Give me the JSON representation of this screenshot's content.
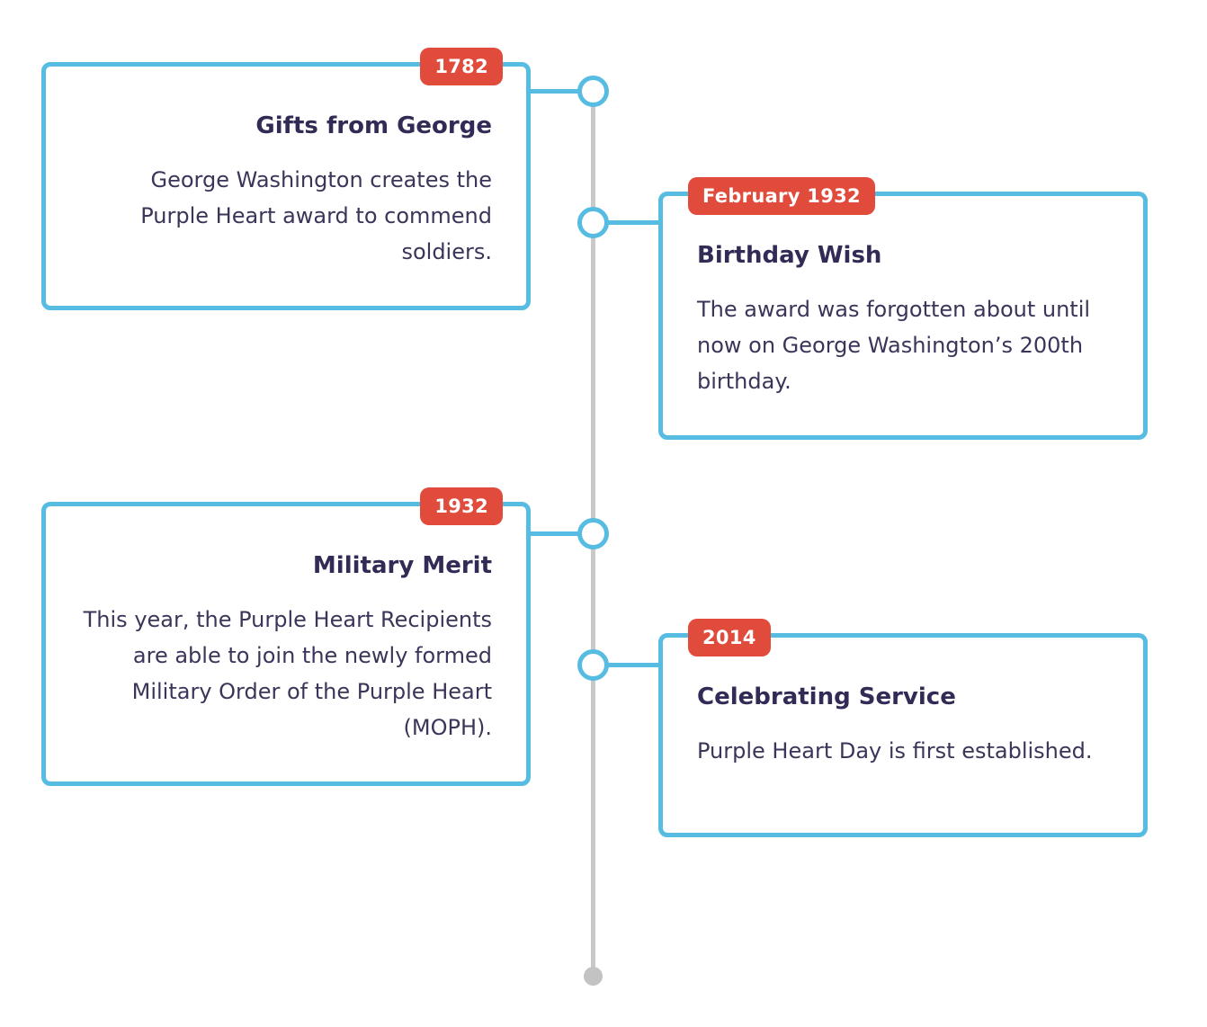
{
  "theme": {
    "accent_blue": "#56bce2",
    "badge_red": "#e04b3c",
    "title_color": "#332b55",
    "body_color": "#3d3459",
    "line_gray": "#c9c9c9"
  },
  "timeline": {
    "events": [
      {
        "date": "1782",
        "title": "Gifts from George",
        "description": "George Washington creates the Purple Heart award to commend soldiers.",
        "side": "left"
      },
      {
        "date": "February 1932",
        "title": "Birthday Wish",
        "description": "The award was forgotten about until now on George Washington’s 200th birthday.",
        "side": "right"
      },
      {
        "date": "1932",
        "title": "Military Merit",
        "description": "This year, the Purple Heart Recipients are able to join the newly formed Military Order of the Purple Heart (MOPH).",
        "side": "left"
      },
      {
        "date": "2014",
        "title": "Celebrating Service",
        "description": "Purple Heart Day is first established.",
        "side": "right"
      }
    ]
  }
}
